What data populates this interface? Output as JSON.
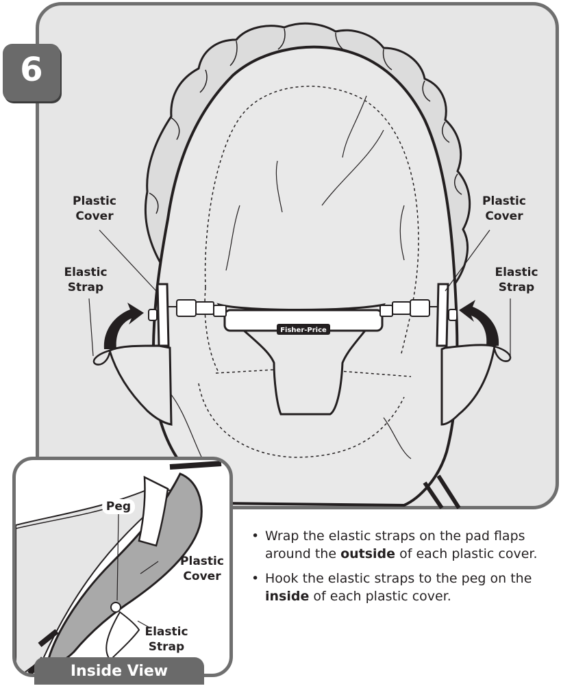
{
  "step": {
    "number": "6"
  },
  "labels": {
    "plastic_cover_left": [
      "Plastic",
      "Cover"
    ],
    "plastic_cover_right": [
      "Plastic",
      "Cover"
    ],
    "elastic_strap_left": [
      "Elastic",
      "Strap"
    ],
    "elastic_strap_right": [
      "Elastic",
      "Strap"
    ],
    "brand_logo": "Fisher-Price"
  },
  "inset": {
    "title": "Inside View",
    "peg_label": "Peg",
    "plastic_cover_label": [
      "Plastic",
      "Cover"
    ],
    "elastic_strap_label": [
      "Elastic",
      "Strap"
    ]
  },
  "instructions": {
    "item1": {
      "before": "Wrap the elastic straps on the pad flaps around the ",
      "bold": "outside",
      "after": " of each plastic cover."
    },
    "item2": {
      "before": "Hook the elastic straps to the peg on the ",
      "bold": "inside",
      "after": " of each plastic cover."
    }
  },
  "colors": {
    "panel_bg": "#e6e6e6",
    "panel_border": "#6f6f6f",
    "badge_bg": "#6a6a6a",
    "pad_fill": "#e9e9e9"
  }
}
